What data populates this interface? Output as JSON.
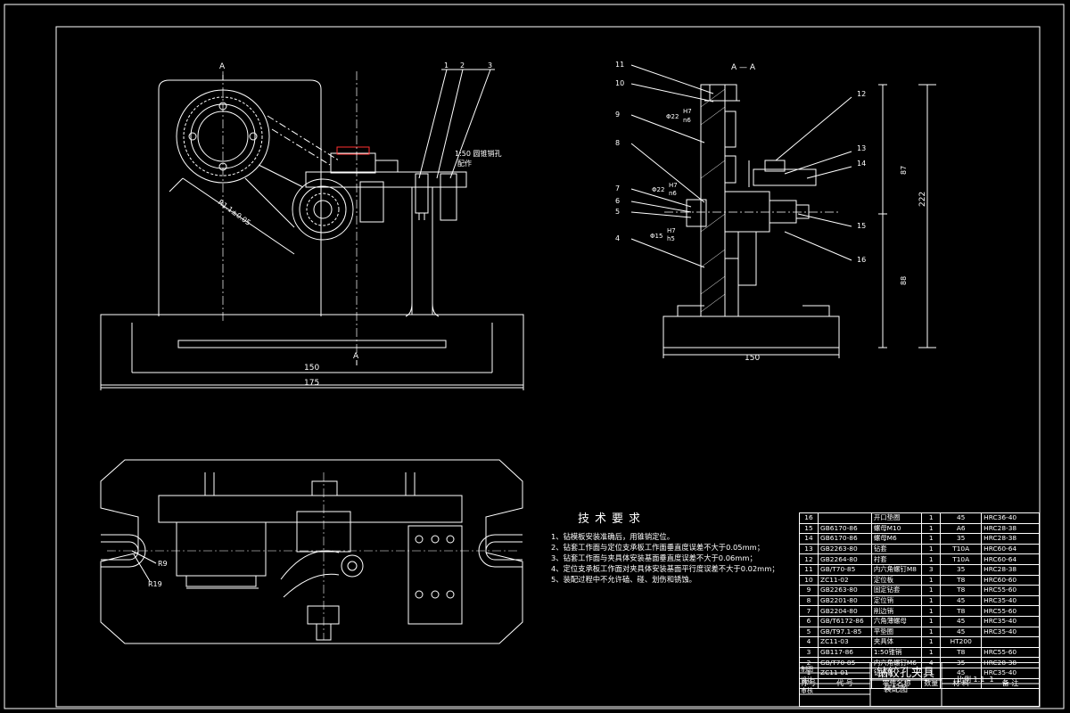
{
  "drawing": {
    "title": "钻铰孔夹具",
    "subtitle": "装配图",
    "scale_label": "比例",
    "scale": "1:1",
    "sheet": "1",
    "tb_rows": [
      "制图",
      "设计",
      "审核"
    ]
  },
  "views": {
    "front": {
      "section_mark_top": "A",
      "section_mark_bottom": "A",
      "dim_150": "150",
      "dim_175": "175",
      "dim_radius": "R1.1±0.05",
      "note_1": "1:50 圆锥销孔",
      "note_2": "配作",
      "callouts": [
        "1",
        "2",
        "3"
      ]
    },
    "section": {
      "title": "A — A",
      "dim_150": "150",
      "dim_222": "222",
      "dim_87": "87",
      "dim_88": "88",
      "fit_1_top": "H7",
      "fit_1_bottom": "n6",
      "fit_1_dia": "Φ22",
      "fit_2_top": "H7",
      "fit_2_bottom": "n6",
      "fit_2_dia": "Φ22",
      "fit_3_top": "H7",
      "fit_3_bottom": "h5",
      "fit_3_dia": "Φ15",
      "callouts_left": [
        "11",
        "10",
        "9",
        "8",
        "7",
        "6",
        "5",
        "4"
      ],
      "callouts_right": [
        "12",
        "13",
        "14",
        "15",
        "16"
      ]
    },
    "top": {
      "dim_r9": "R9",
      "dim_r19": "R19"
    }
  },
  "requirements": {
    "title": "技术要求",
    "items": [
      "1、钻模板安装准确后，用锥销定位。",
      "2、钻套工作面与定位支承板工作面垂直度误差不大于0.05mm；",
      "3、钻套工作面与夹具体安装基面垂直度误差不大于0.06mm；",
      "4、定位支承板工作面对夹具体安装基面平行度误差不大于0.02mm；",
      "5、装配过程中不允许磕、碰、划伤和锈蚀。"
    ]
  },
  "bom": {
    "header": [
      "序号",
      "代 号",
      "零件名称",
      "数量",
      "材 料",
      "备 注"
    ],
    "rows": [
      [
        "16",
        "",
        "开口垫圈",
        "1",
        "45",
        "HRC36-40"
      ],
      [
        "15",
        "GB6170-86",
        "螺母M10",
        "1",
        "A6",
        "HRC28-38"
      ],
      [
        "14",
        "GB6170-86",
        "螺母M6",
        "1",
        "35",
        "HRC28-38"
      ],
      [
        "13",
        "GB2263-80",
        "钻套",
        "1",
        "T10A",
        "HRC60-64"
      ],
      [
        "12",
        "GB2264-80",
        "衬套",
        "1",
        "T10A",
        "HRC60-64"
      ],
      [
        "11",
        "GB/T70-85",
        "内六角螺钉M8",
        "3",
        "35",
        "HRC28-38"
      ],
      [
        "10",
        "ZC11-02",
        "定位板",
        "1",
        "T8",
        "HRC60-60"
      ],
      [
        "9",
        "GB2263-80",
        "固定钻套",
        "1",
        "T8",
        "HRC55-60"
      ],
      [
        "8",
        "GB2201-80",
        "定位销",
        "1",
        "45",
        "HRC35-40"
      ],
      [
        "7",
        "GB2204-80",
        "削边销",
        "1",
        "T8",
        "HRC55-60"
      ],
      [
        "6",
        "GB/T6172-86",
        "六角薄螺母",
        "1",
        "45",
        "HRC35-40"
      ],
      [
        "5",
        "GB/T97.1-85",
        "平垫圈",
        "1",
        "45",
        "HRC35-40"
      ],
      [
        "4",
        "ZC11-03",
        "夹具体",
        "1",
        "HT200",
        ""
      ],
      [
        "3",
        "GB117-86",
        "1:50锥销",
        "1",
        "T8",
        "HRC55-60"
      ],
      [
        "2",
        "GB/T70-85",
        "内六角螺钉M6",
        "4",
        "35",
        "HRC28-38"
      ],
      [
        "1",
        "ZC11-01",
        "钻模板",
        "1",
        "45",
        "HRC35-40"
      ]
    ]
  }
}
